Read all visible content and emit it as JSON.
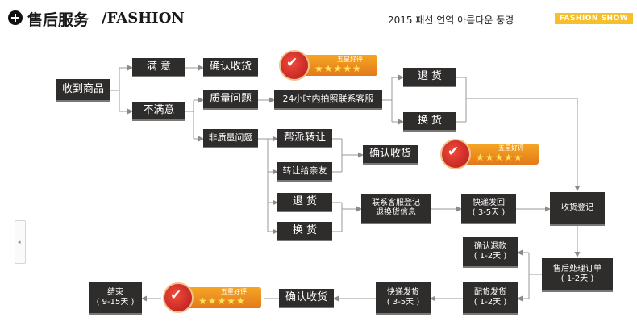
{
  "header": {
    "title_cn": "售后服务",
    "title_en": "/FASHION",
    "korean": "2015 패션 연역 아름다운 풍경",
    "badge": "FASHION SHOW"
  },
  "nodes": {
    "received": "收到商品",
    "satisfied": "满 意",
    "unsatisfied": "不满意",
    "confirm1": "确认收货",
    "quality": "质量问题",
    "contact24": "24小时内拍照联系客服",
    "refund1": "退 货",
    "exchange1": "换 货",
    "nonquality": "非质量问题",
    "gift": "帮派转让",
    "transfer": "转让给亲友",
    "confirm2": "确认收货",
    "refund2": "退 货",
    "exchange2": "换 货",
    "contact_l1": "联系客服登记",
    "contact_l2": "退换货信息",
    "express_back_l1": "快递发回",
    "express_back_l2": "( 3-5天 )",
    "receive_reg": "收货登记",
    "confirm_refund_l1": "确认退款",
    "confirm_refund_l2": "( 1-2天 )",
    "after_sale_l1": "售后处理订单",
    "after_sale_l2": "( 1-2天 )",
    "ship_l1": "配货发货",
    "ship_l2": "( 1-2天 )",
    "express_ship_l1": "快递发货",
    "express_ship_l2": "( 3-5天 )",
    "confirm3": "确认收货",
    "end_l1": "结束",
    "end_l2": "( 9-15天 )"
  },
  "badges": {
    "label": "五星好评",
    "stars": "★★★★★",
    "rating": 5
  },
  "side_tab": {
    "arrow": "◂"
  },
  "icons": {
    "plus": "plus-circle-icon",
    "thumb": "thumbs-up-icon",
    "star": "star-icon"
  },
  "colors": {
    "box": "#2f2c2c",
    "accent": "#f7c02a",
    "badge_orange": "#f5a623",
    "badge_red": "#d32020",
    "line": "#9a9a9a"
  }
}
